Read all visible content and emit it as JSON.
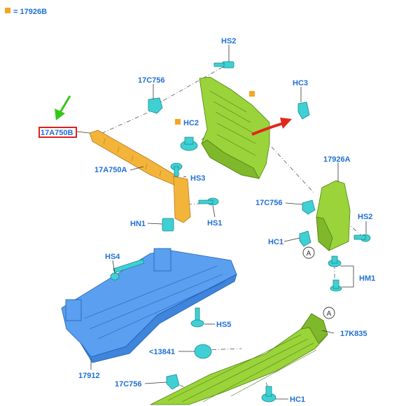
{
  "legend": {
    "text": "= 17926B",
    "swatch_color": "#f5a623"
  },
  "labels": {
    "hs2_top": "HS2",
    "c17c756_top": "17C756",
    "hc3": "HC3",
    "hc2": "HC2",
    "a17a750b": "17A750B",
    "a17a750a": "17A750A",
    "hs3": "HS3",
    "a17926a": "17926A",
    "c17c756_mid": "17C756",
    "hs2_right": "HS2",
    "hn1": "HN1",
    "hs1": "HS1",
    "hc1_mid": "HC1",
    "circle_a_mid": "A",
    "hm1": "HM1",
    "hs4": "HS4",
    "hs5": "HS5",
    "circle_a_low": "A",
    "k835": "17K835",
    "c13841": "<13841",
    "n17912": "17912",
    "c17c756_low": "17C756",
    "hc1_low": "HC1"
  },
  "colors": {
    "label_blue": "#1f6fd6",
    "highlight_red": "#e0201e",
    "arrow_green": "#35c71a",
    "arrow_red": "#e3271a",
    "part_green": "#9ad43a",
    "part_blue": "#5b9ff0",
    "part_orange": "#f3b43a",
    "fastener_cyan": "#3fd0d4"
  }
}
